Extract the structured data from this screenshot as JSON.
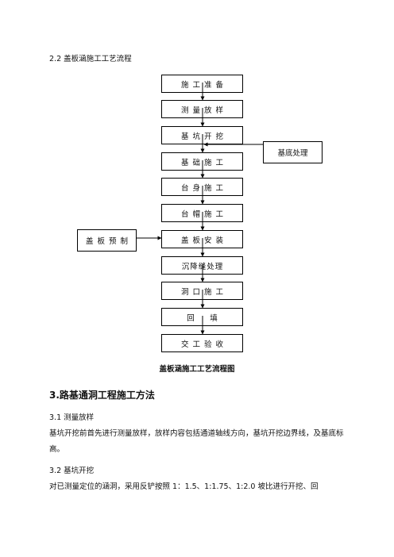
{
  "section_title": "2.2 盖板涵施工工艺流程",
  "flow": {
    "steps": [
      "施工准备",
      "测量放样",
      "基坑开挖",
      "基础施工",
      "台身施工",
      "台帽施工",
      "盖板安装",
      "沉降缝处理",
      "洞口施工",
      "回　填",
      "交工验收"
    ],
    "side_right": "基底处理",
    "side_left": "盖板预制"
  },
  "caption": "盖板涵施工工艺流程图",
  "heading3": "3.路基通洞工程施工方法",
  "s31": {
    "title": "3.1 测量放样",
    "text": "基坑开挖前首先进行测量放样，放样内容包括通道轴线方向，基坑开挖边界线，及基底标高。"
  },
  "s32": {
    "title": "3.2 基坑开挖",
    "text": "对已测量定位的涵洞，采用反铲按照 1：1.5、1:1.75、1:2.0 坡比进行开挖、回"
  }
}
